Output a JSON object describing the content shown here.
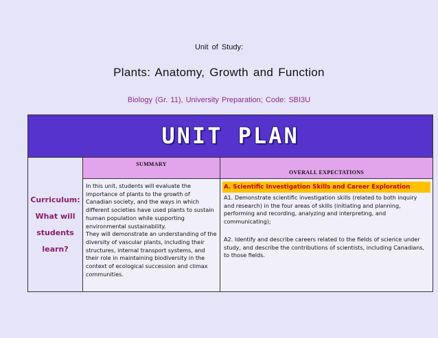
{
  "header": {
    "unit_of_study": "Unit of Study:",
    "title": "Plants: Anatomy, Growth and Function",
    "course": "Biology (Gr. 11), University Preparation; Code: SBI3U"
  },
  "banner": {
    "text": "UNIT PLAN"
  },
  "curriculum": {
    "line1": "Curriculum:",
    "line2": "What will",
    "line3": "students",
    "line4": "learn?"
  },
  "columns": {
    "summary": "SUMMARY",
    "overall": "OVERALL EXPECTATIONS"
  },
  "summary": {
    "p1": "In this unit, students will evaluate the importance of plants to the growth of Canadian society, and the ways in which different societies have used plants to sustain human population while supporting environmental sustainability.",
    "p2": "They will demonstrate an understanding of the diversity of vascular plants, including their structures, internal transport systems, and their role in maintaining biodiversity in the context of ecological succession and climax communities."
  },
  "expectations": {
    "heading": "A. Scientific Investigation Skills and Career Exploration",
    "a1": "A1. Demonstrate scientific investigation skills (related to both inquiry and research) in the four areas of skills (initiating and planning, performing and recording, analyzing and interpreting, and communicating);",
    "a2": "A2. Identify and describe careers related to the fields of science under study, and describe the contributions of scientists, including Canadians, to those fields."
  },
  "colors": {
    "banner": "#5533cc",
    "header_cells": "#e2a4ea",
    "curriculum_text": "#8a1c6e",
    "course_text": "#8b2a8b",
    "highlight": "#ffc000",
    "highlight_text": "#c00000"
  }
}
